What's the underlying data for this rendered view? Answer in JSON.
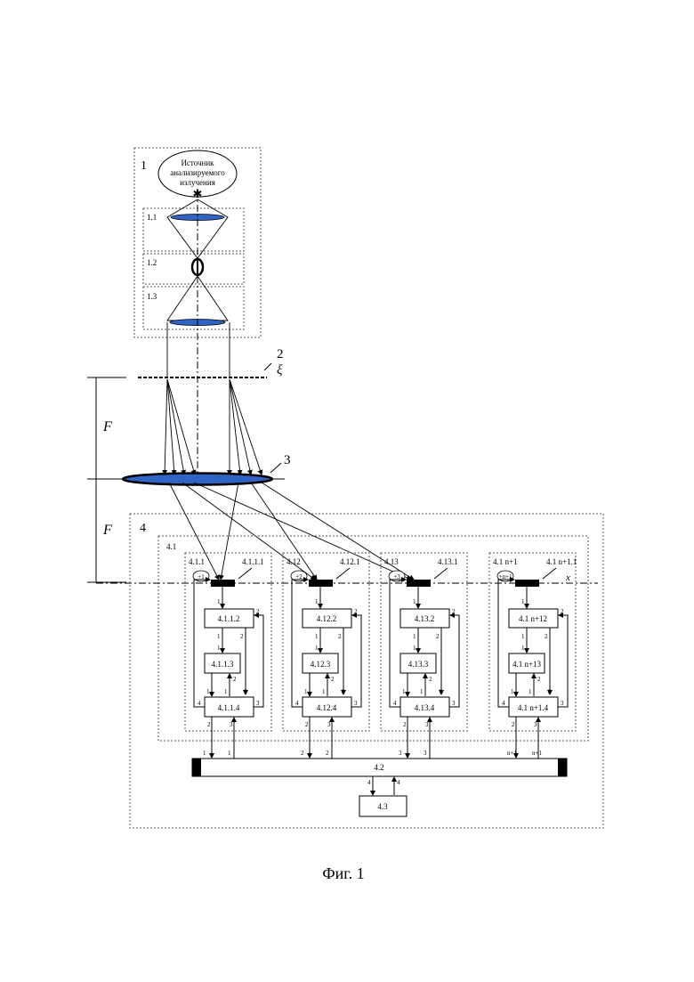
{
  "source": {
    "group_label": "1",
    "text_lines": [
      "Источник",
      "анализируемого",
      "излучения"
    ],
    "sub_labels": [
      "1.1",
      "1.2",
      "1.3"
    ]
  },
  "plane": {
    "label": "2",
    "axis_symbol": "ξ"
  },
  "focal": {
    "upper": "F",
    "lower": "F"
  },
  "lens": {
    "label": "3"
  },
  "receiver": {
    "group_label": "4",
    "subgroup_label": "4.1",
    "channels": [
      {
        "group": "4.1.1",
        "detector": "4.1.1.1",
        "order": "+1",
        "b2": "4.1.1.2",
        "b3": "4.1.1.3",
        "b4": "4.1.1.4",
        "bus_out": "1",
        "bus_in": "1"
      },
      {
        "group": "4.12",
        "detector": "4.12.1",
        "order": "+2",
        "b2": "4.12.2",
        "b3": "4.12.3",
        "b4": "4.12.4",
        "bus_out": "2",
        "bus_in": "2"
      },
      {
        "group": "4.13",
        "detector": "4.13.1",
        "order": "+3",
        "b2": "4.13.2",
        "b3": "4.13.3",
        "b4": "4.13.4",
        "bus_out": "3",
        "bus_in": "3"
      },
      {
        "group": "4.1 n+1",
        "detector": "4.1 n+1.1",
        "order": "+n+1",
        "b2": "4.1 n+12",
        "b3": "4.1 n+13",
        "b4": "4.1 n+1.4",
        "bus_out": "n+1",
        "bus_in": "n+1"
      }
    ],
    "axis_symbol": "x",
    "bus_label": "4.2",
    "controller_label": "4.3",
    "controller_port_label": "4",
    "port_labels": [
      "1",
      "2",
      "3",
      "4"
    ]
  },
  "caption": "Фиг. 1"
}
